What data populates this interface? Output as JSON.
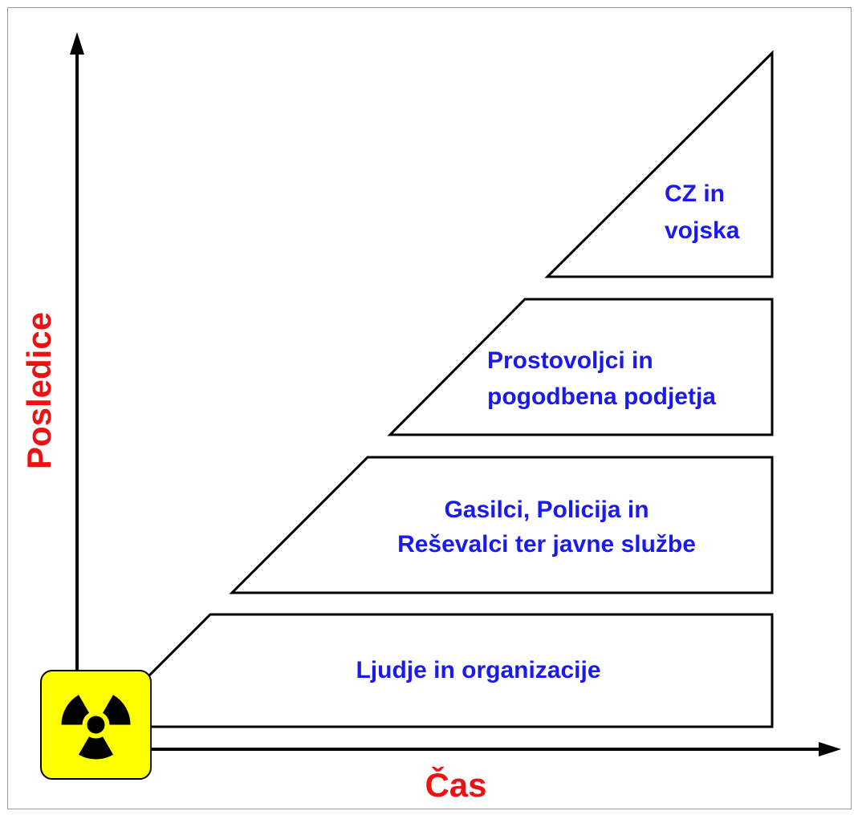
{
  "axes": {
    "y_label": "Posledice",
    "x_label": "Čas"
  },
  "tiers": [
    {
      "lines": [
        "Ljudje in organizacije"
      ]
    },
    {
      "lines": [
        "Gasilci, Policija in",
        "Reševalci ter javne službe"
      ]
    },
    {
      "lines": [
        "Prostovoljci in",
        "pogodbena podjetja"
      ]
    },
    {
      "lines": [
        "CZ in",
        "vojska"
      ]
    }
  ],
  "symbol": {
    "icon": "radiation-hazard-icon"
  },
  "colors": {
    "tier_text": "#1a1aee",
    "axis_label": "#ee1111",
    "symbol_background": "#ffff00",
    "outline": "#000000"
  }
}
